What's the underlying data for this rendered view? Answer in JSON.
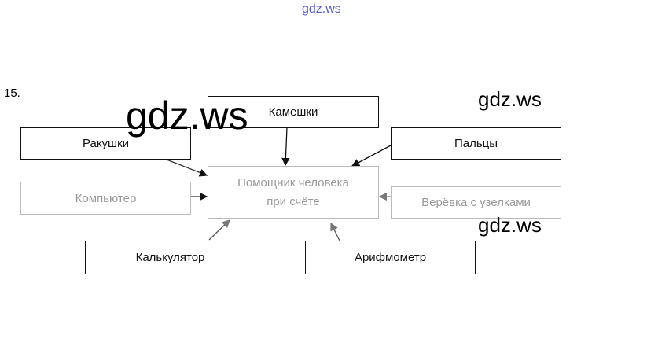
{
  "watermark": "gdz.ws",
  "task_number": "15.",
  "center": {
    "line1": "Помощник человека",
    "line2": "при счёте"
  },
  "nodes": {
    "kameshki": "Камешки",
    "rakushki": "Ракушки",
    "paltsy": "Пальцы",
    "kompyuter": "Компьютер",
    "verevka": "Верёвка с узелками",
    "kalkulyator": "Калькулятор",
    "arifmometr": "Арифмометр"
  }
}
